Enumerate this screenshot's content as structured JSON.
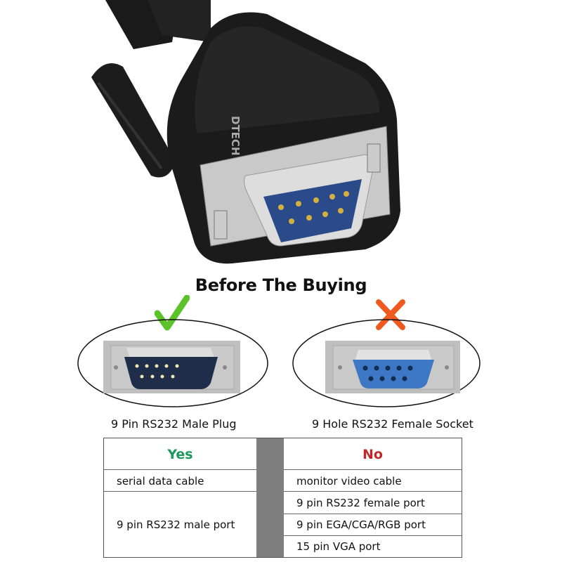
{
  "product": {
    "brand_logo": "DTECH"
  },
  "heading": "Before The Buying",
  "options": [
    {
      "label": "9 Pin RS232 Male Plug",
      "status_icon": "check-icon",
      "color": "#5cc22a",
      "connector_color": "#1e2d4a"
    },
    {
      "label": "9 Hole RS232 Female Socket",
      "status_icon": "x-icon",
      "color": "#f05a1e",
      "connector_color": "#3e78c4"
    }
  ],
  "table": {
    "yes_header": "Yes",
    "no_header": "No",
    "yes_color": "#1a9a5a",
    "no_color": "#c0282a",
    "yes_items": [
      "serial data cable",
      "9 pin RS232 male port"
    ],
    "no_items": [
      "monitor video cable",
      "9 pin RS232 female port",
      "9 pin EGA/CGA/RGB port",
      "15 pin VGA port"
    ]
  }
}
